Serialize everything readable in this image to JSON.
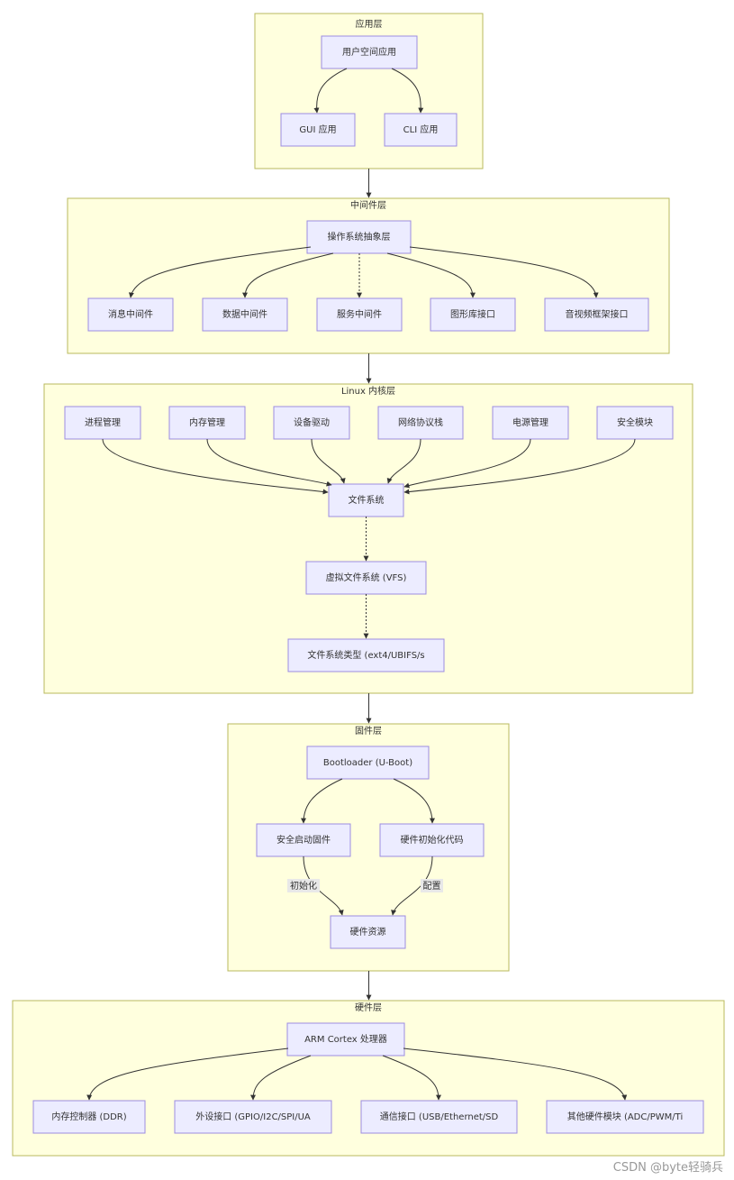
{
  "layers": {
    "app": {
      "title": "应用层",
      "user_space": "用户空间应用",
      "gui": "GUI 应用",
      "cli": "CLI 应用"
    },
    "middleware": {
      "title": "中间件层",
      "os_abstraction": "操作系统抽象层",
      "message": "消息中间件",
      "data": "数据中间件",
      "service": "服务中间件",
      "graphics": "图形库接口",
      "av": "音视频框架接口"
    },
    "kernel": {
      "title": "Linux 内核层",
      "process": "进程管理",
      "memory": "内存管理",
      "driver": "设备驱动",
      "network": "网络协议栈",
      "power": "电源管理",
      "security": "安全模块",
      "fs": "文件系统",
      "vfs": "虚拟文件系统 (VFS)",
      "fs_types": "文件系统类型 (ext4/UBIFS/s"
    },
    "firmware": {
      "title": "固件层",
      "bootloader": "Bootloader (U-Boot)",
      "secure_boot": "安全启动固件",
      "hw_init": "硬件初始化代码",
      "hw_resource": "硬件资源",
      "edge_init": "初始化",
      "edge_config": "配置"
    },
    "hardware": {
      "title": "硬件层",
      "cpu": "ARM Cortex 处理器",
      "mem_ctrl": "内存控制器 (DDR)",
      "peripheral": "外设接口 (GPIO/I2C/SPI/UA",
      "comm": "通信接口 (USB/Ethernet/SD",
      "other": "其他硬件模块 (ADC/PWM/Ti"
    }
  },
  "watermark": "CSDN @byte轻骑兵"
}
